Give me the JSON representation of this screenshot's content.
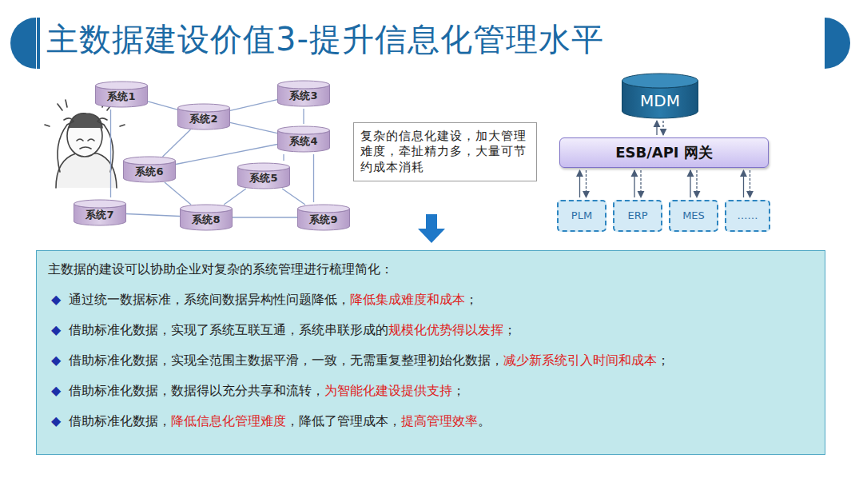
{
  "diagram": {
    "title": "主数据建设价值3-提升信息化管理水平",
    "nodes": [
      {
        "text": [
          "系统1"
        ]
      },
      {
        "text": [
          "系统2"
        ]
      },
      {
        "text": [
          "系统3"
        ]
      },
      {
        "text": [
          "系统4"
        ]
      },
      {
        "text": [
          "系统5"
        ]
      },
      {
        "text": [
          "系统6"
        ]
      },
      {
        "text": [
          "系统7"
        ]
      },
      {
        "text": [
          "系统8"
        ]
      },
      {
        "text": [
          "系统9"
        ]
      },
      {
        "text": [
          "复杂的信息化建设，加大管理难度，牵扯精力多，大量可节约成本消耗"
        ]
      },
      {
        "text": [
          "MDM"
        ]
      },
      {
        "text": [
          "ESB/API 网关"
        ]
      },
      {
        "text": [
          "PLM"
        ]
      },
      {
        "text": [
          "ERP"
        ]
      },
      {
        "text": [
          "MES"
        ]
      },
      {
        "text": [
          "……"
        ]
      },
      {
        "text": [
          "主数据的建设可以协助企业对复杂的系统管理进行梳理简化：",
          "◆",
          "通过统一数据标准，系统间数据异构性问题降低，",
          "降低集成难度和成本",
          "；",
          "◆",
          "借助标准化数据，实现了系统互联互通，系统串联形成的",
          "规模化优势得以发挥",
          "；",
          "◆",
          "借助标准化数据，实现全范围主数据平滑，一致，无需重复整理初始化数据，",
          "减少新系统引入时间和成本",
          "；",
          "◆",
          "借助标准化数据，数据得以充分共享和流转，",
          "为智能化建设提供支持",
          "；",
          "◆",
          "借助标准化数据，",
          "降低信息化管理难度",
          "，降低了管理成本，",
          "提高管理效率",
          "。"
        ]
      }
    ],
    "edges": [
      {
        "from": 0,
        "to": 1,
        "arrow": "none"
      },
      {
        "from": 0,
        "to": 6,
        "arrow": "none"
      },
      {
        "from": 1,
        "to": 2,
        "arrow": "none"
      },
      {
        "from": 1,
        "to": 3,
        "arrow": "none"
      },
      {
        "from": 1,
        "to": 5,
        "arrow": "none"
      },
      {
        "from": 2,
        "to": 3,
        "arrow": "none"
      },
      {
        "from": 3,
        "to": 5,
        "arrow": "none"
      },
      {
        "from": 3,
        "to": 4,
        "arrow": "none"
      },
      {
        "from": 3,
        "to": 8,
        "arrow": "none"
      },
      {
        "from": 4,
        "to": 7,
        "arrow": "none"
      },
      {
        "from": 4,
        "to": 8,
        "arrow": "none"
      },
      {
        "from": 5,
        "to": 7,
        "arrow": "none"
      },
      {
        "from": 6,
        "to": 7,
        "arrow": "none"
      },
      {
        "from": 7,
        "to": 8,
        "arrow": "none"
      },
      {
        "from": 10,
        "to": 11,
        "arrow": "both"
      },
      {
        "from": 11,
        "to": 12,
        "arrow": "both"
      },
      {
        "from": 11,
        "to": 13,
        "arrow": "both"
      },
      {
        "from": 11,
        "to": 14,
        "arrow": "both"
      },
      {
        "from": 11,
        "to": 15,
        "arrow": "both"
      }
    ]
  }
}
